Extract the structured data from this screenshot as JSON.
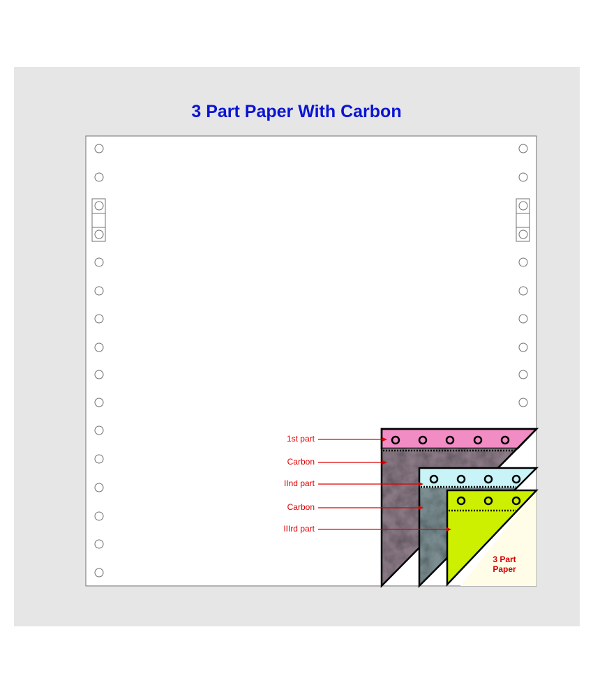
{
  "title": "3 Part Paper With Carbon",
  "labels": {
    "part1": "1st part",
    "carbon1": "Carbon",
    "part2": "IInd part",
    "carbon2": "Carbon",
    "part3": "IIIrd part"
  },
  "tag": {
    "line1": "3 Part",
    "line2": "Paper"
  },
  "colors": {
    "background_panel": "#e6e6e6",
    "title": "#0a14d2",
    "labels": "#e00000",
    "part1": "#f28cc4",
    "part2": "#c8f4f8",
    "part3": "#ccf000",
    "carbon": "#7a7a80",
    "corner_fill": "#fffde8"
  }
}
